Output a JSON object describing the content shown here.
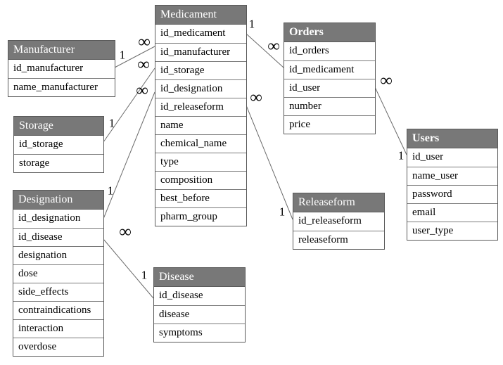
{
  "diagram": {
    "cardinality": {
      "one": "1",
      "many": "∞"
    },
    "colors": {
      "header_bg": "#787878",
      "header_text": "#ffffff",
      "table_border": "#595959",
      "row_divider": "#7a7a7a",
      "relation_line": "#6b6b6b",
      "row_text": "#000000"
    },
    "tables": {
      "manufacturer": {
        "title": "Manufacturer",
        "fields": [
          "id_manufacturer",
          "name_manufacturer"
        ]
      },
      "storage": {
        "title": "Storage",
        "fields": [
          "id_storage",
          "storage"
        ]
      },
      "designation": {
        "title": "Designation",
        "fields": [
          "id_designation",
          "id_disease",
          "designation",
          "dose",
          "side_effects",
          "contraindications",
          "interaction",
          "overdose"
        ]
      },
      "medicament": {
        "title": "Medicament",
        "fields": [
          "id_medicament",
          "id_manufacturer",
          "id_storage",
          "id_designation",
          "id_releaseform",
          "name",
          "chemical_name",
          "type",
          "composition",
          "best_before",
          "pharm_group"
        ]
      },
      "orders": {
        "title": "Orders",
        "fields": [
          "id_orders",
          "id_medicament",
          "id_user",
          "number",
          "price"
        ]
      },
      "users": {
        "title": "Users",
        "fields": [
          "id_user",
          "name_user",
          "password",
          "email",
          "user_type"
        ]
      },
      "releaseform": {
        "title": "Releaseform",
        "fields": [
          "id_releaseform",
          "releaseform"
        ]
      },
      "disease": {
        "title": "Disease",
        "fields": [
          "id_disease",
          "disease",
          "symptoms"
        ]
      }
    }
  }
}
